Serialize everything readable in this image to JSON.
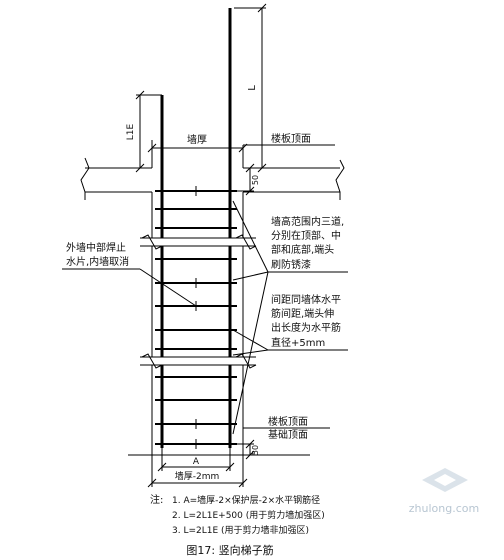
{
  "drawing": {
    "dim_L": "L",
    "dim_L1E": "L1E",
    "dim_wall_thickness": "墙厚",
    "dim_50_top": "50",
    "dim_50_bottom": "50",
    "dim_A": "A",
    "dim_wall_minus": "墙厚-2mm",
    "label_floor_top_upper": "楼板顶面",
    "label_floor_top_lower": "楼板顶面",
    "label_foundation_top": "基础顶面",
    "annotation_right_1": [
      "墙高范围内三道,",
      "分别在顶部、中",
      "部和底部,端头",
      "刷防锈漆"
    ],
    "annotation_right_2": [
      "间距同墙体水平",
      "筋间距,端头伸",
      "出长度为水平筋",
      "直径+5mm"
    ],
    "annotation_left": [
      "外墙中部焊止",
      "水片,内墙取消"
    ]
  },
  "notes": {
    "prefix": "注:",
    "items": [
      "1. A=墙厚-2×保护层-2×水平钢筋径",
      "2. L=2L1E+500 (用于剪力墙加强区)",
      "3. L=2L1E (用于剪力墙非加强区)"
    ]
  },
  "caption": "图17: 竖向梯子筋",
  "watermark": "zhulong.com"
}
